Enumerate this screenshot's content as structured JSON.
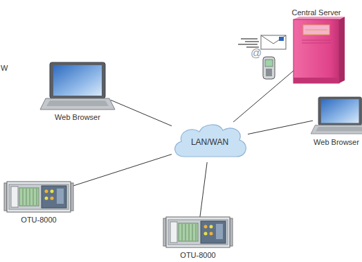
{
  "diagram": {
    "nodes": [
      {
        "text": [
          "Central Server"
        ]
      },
      {
        "text": [
          "Web Browser"
        ]
      },
      {
        "text": [
          "LAN/WAN"
        ]
      },
      {
        "text": [
          "Web Browser"
        ]
      },
      {
        "text": [
          "OTU-8000"
        ]
      },
      {
        "text": [
          "OTU-8000"
        ]
      }
    ],
    "edges": [
      {
        "from": 1,
        "to": 2,
        "arrow": "none"
      },
      {
        "from": 0,
        "to": 2,
        "arrow": "none"
      },
      {
        "from": 3,
        "to": 2,
        "arrow": "none"
      },
      {
        "from": 4,
        "to": 2,
        "arrow": "none"
      },
      {
        "from": 5,
        "to": 2,
        "arrow": "none"
      }
    ],
    "labels": [
      "W",
      "@"
    ]
  }
}
